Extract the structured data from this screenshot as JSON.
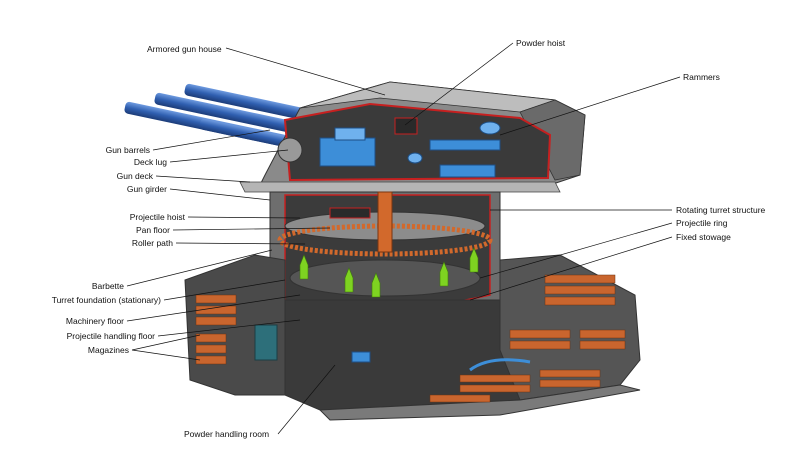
{
  "labels": {
    "armored_gun_house": "Armored gun house",
    "powder_hoist": "Powder hoist",
    "rammers": "Rammers",
    "gun_barrels": "Gun barrels",
    "deck_lug": "Deck lug",
    "gun_deck": "Gun deck",
    "gun_girder": "Gun girder",
    "projectile_hoist": "Projectile hoist",
    "pan_floor": "Pan floor",
    "roller_path": "Roller path",
    "rotating_turret_structure": "Rotating turret structure",
    "projectile_ring": "Projectile ring",
    "fixed_stowage": "Fixed stowage",
    "barbette": "Barbette",
    "turret_foundation": "Turret foundation (stationary)",
    "machinery_floor": "Machinery floor",
    "projectile_handling_floor": "Projectile handling floor",
    "magazines": "Magazines",
    "powder_handling_room": "Powder handling room"
  },
  "colors": {
    "barrel": "#2f5fb0",
    "armor_gray": "#7d7d7d",
    "armor_light": "#bdbdbd",
    "cut_red": "#c62020",
    "shell_green": "#7ed321",
    "powder_orange": "#d2692c",
    "machinery_blue": "#3d8ed8"
  }
}
